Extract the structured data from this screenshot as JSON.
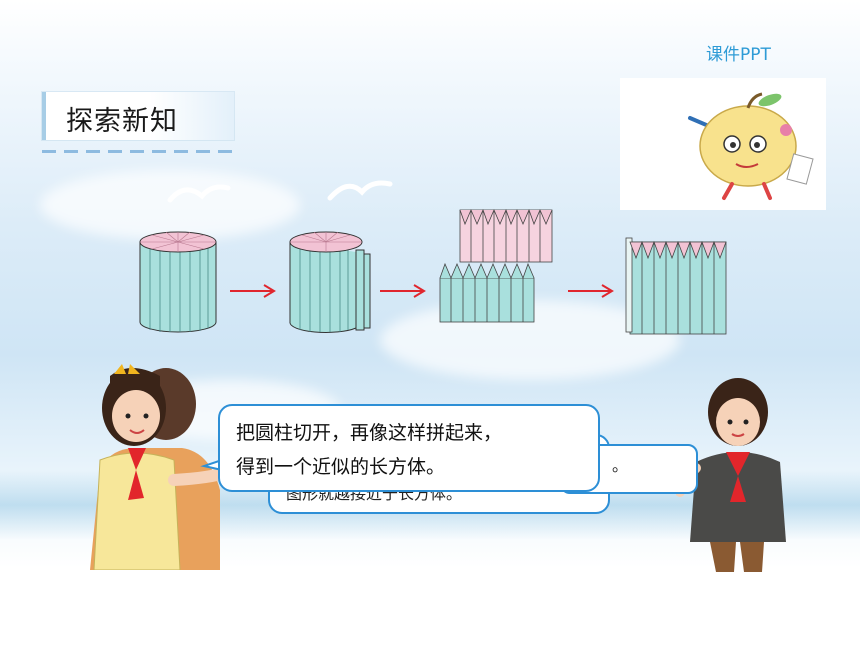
{
  "brand": {
    "label": "课件PPT"
  },
  "section": {
    "title": "探索新知"
  },
  "speech": {
    "main_line1": "把圆柱切开，再像这样拼起来，",
    "main_line2": "得到一个近似的长方体。",
    "back_line": "图形就越接近于长方体。",
    "right_line": "。"
  },
  "colors": {
    "accent_blue": "#2d8fd6",
    "cylinder_side": "#a9e0dd",
    "cylinder_top": "#f2c3d4",
    "arrow_red": "#e0262e"
  },
  "icons": [
    "arrow-right-icon",
    "apple-mascot-icon",
    "pencil-icon"
  ]
}
